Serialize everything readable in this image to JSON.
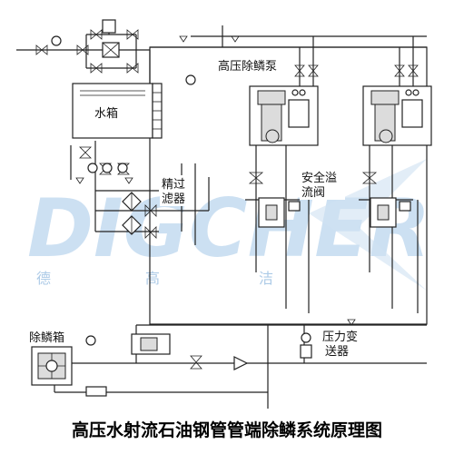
{
  "labels": {
    "pump": "高压除鳞泵",
    "tank": "水箱",
    "filter": "精过\n滤器",
    "safety_valve": "安全溢\n流阀",
    "descaling_box": "除鳞箱",
    "transmitter": "压力变\n送器"
  },
  "watermark": {
    "brand": "DIGCHER",
    "chars": [
      "德",
      "高",
      "洁"
    ]
  },
  "caption": "高压水射流石油钢管管端除鳞系统原理图",
  "colors": {
    "line": "#222222",
    "watermark": "#bcd6ee",
    "equipment_fill": "#dcdcdc"
  }
}
